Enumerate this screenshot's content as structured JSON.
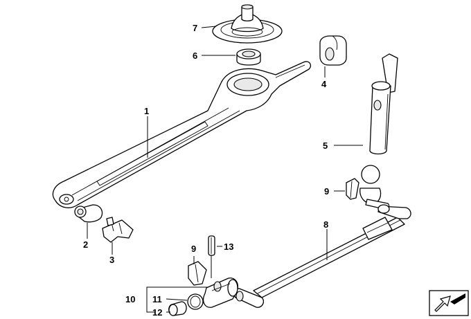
{
  "callouts": {
    "c1": "1",
    "c2": "2",
    "c3": "3",
    "c4": "4",
    "c5": "5",
    "c6": "6",
    "c7": "7",
    "c8": "8",
    "c9a": "9",
    "c9b": "9",
    "c10": "10",
    "c11": "11",
    "c12": "12",
    "c13": "13"
  },
  "icons": {
    "arrow": "orientation-arrow-icon"
  }
}
